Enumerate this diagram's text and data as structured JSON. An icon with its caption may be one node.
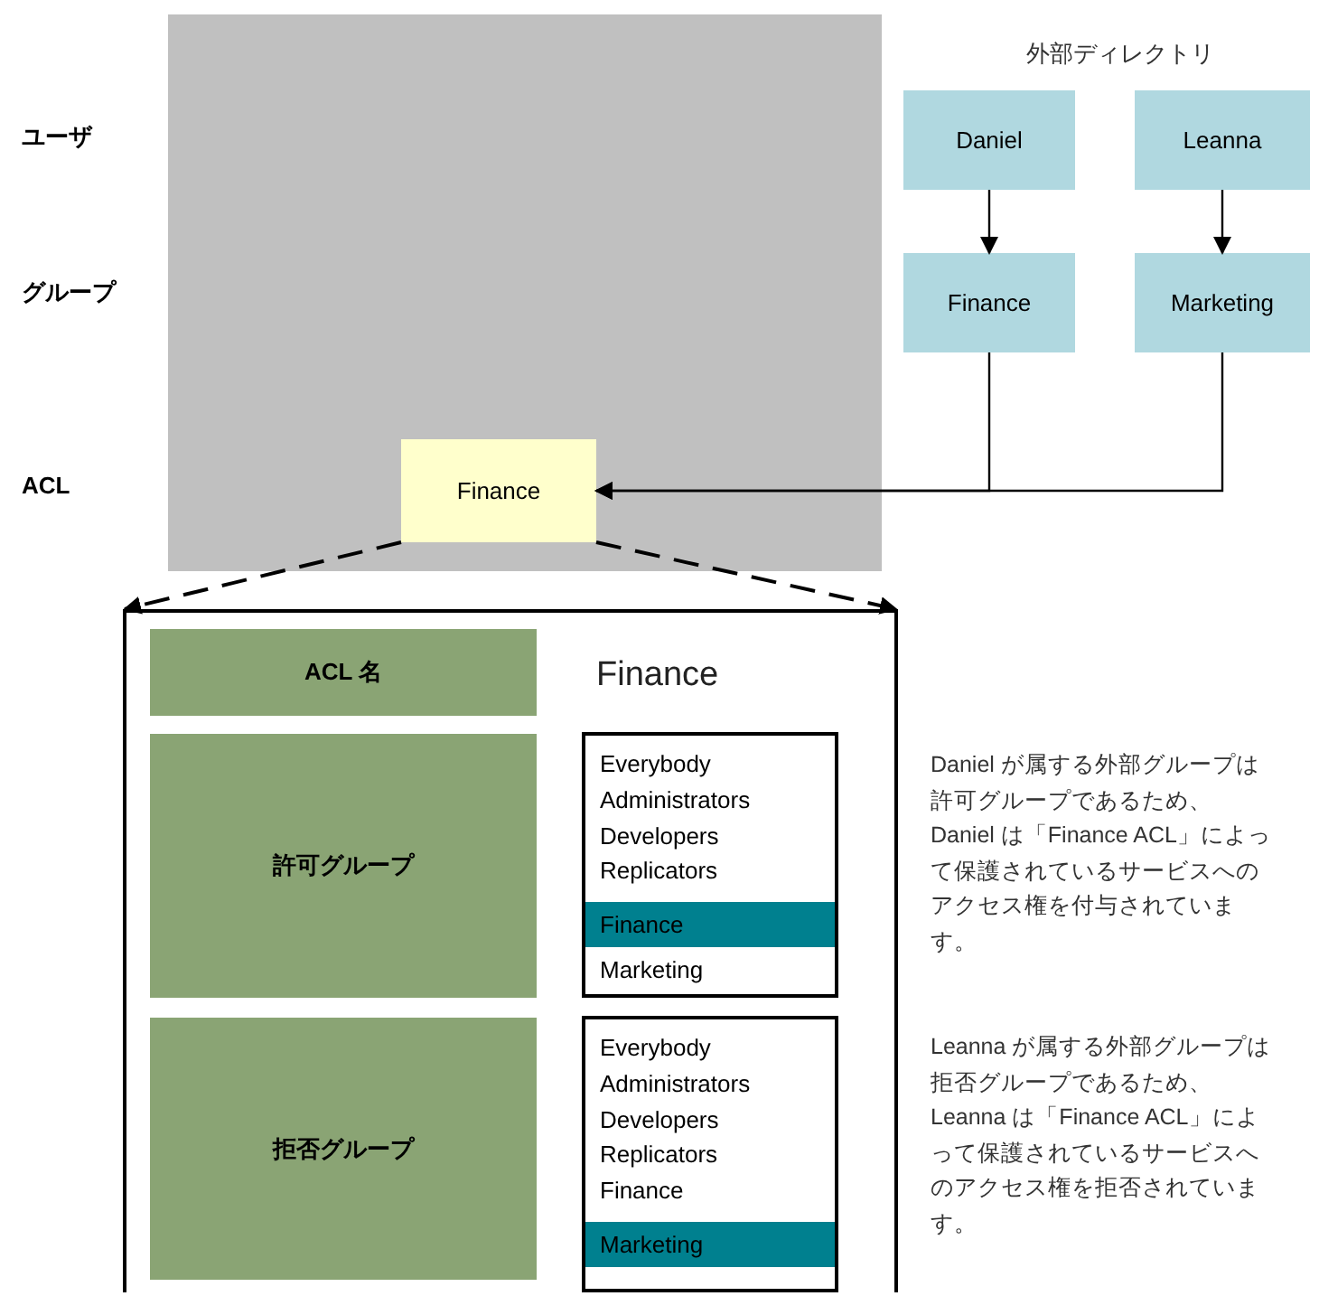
{
  "diagram": {
    "nodes": [
      {
        "text": [],
        "shape": "box"
      },
      {
        "text": [
          "Finance"
        ],
        "in": 0
      },
      {
        "text": [
          "Daniel"
        ]
      },
      {
        "text": [
          "Leanna"
        ]
      },
      {
        "text": [
          "Finance"
        ]
      },
      {
        "text": [
          "Marketing"
        ]
      },
      {
        "text": [],
        "shape": "box"
      },
      {
        "text": [
          "ACL 名"
        ],
        "in": 6
      },
      {
        "text": [
          "許可グループ"
        ],
        "in": 6
      },
      {
        "text": [
          "拒否グループ"
        ],
        "in": 6
      },
      {
        "text": [
          "Everybody",
          "Administrators",
          "Developers",
          "Replicators",
          "Marketing"
        ],
        "in": 6
      },
      {
        "text": [
          "Finance"
        ],
        "in": 10
      },
      {
        "text": [
          "Everybody",
          "Administrators",
          "Developers",
          "Replicators",
          "Finance"
        ],
        "in": 6
      },
      {
        "text": [
          "Marketing"
        ],
        "in": 12
      }
    ],
    "edges": [
      {
        "from": 2,
        "to": 4,
        "arrow": "to"
      },
      {
        "from": 3,
        "to": 5,
        "arrow": "to"
      },
      {
        "from": 4,
        "to": 1,
        "arrow": "to"
      },
      {
        "from": 5,
        "to": 1,
        "arrow": "to"
      },
      {
        "from": 1,
        "to": 6,
        "arrow": "to",
        "style": "dashed"
      },
      {
        "from": 1,
        "to": 6,
        "arrow": "to",
        "style": "dashed"
      }
    ],
    "labels": [
      "外部ディレクトリ",
      "ユーザ",
      "グループ",
      "ACL",
      "Finance",
      "Daniel が属する外部グループは許可グループであるため、Daniel は「Finance ACL」によって保護されているサービスへのアクセス権を付与されています。",
      "Leanna が属する外部グループは拒否グループであるため、Leanna は「Finance ACL」によって保護されているサービスへのアクセス権を拒否されています。"
    ]
  }
}
